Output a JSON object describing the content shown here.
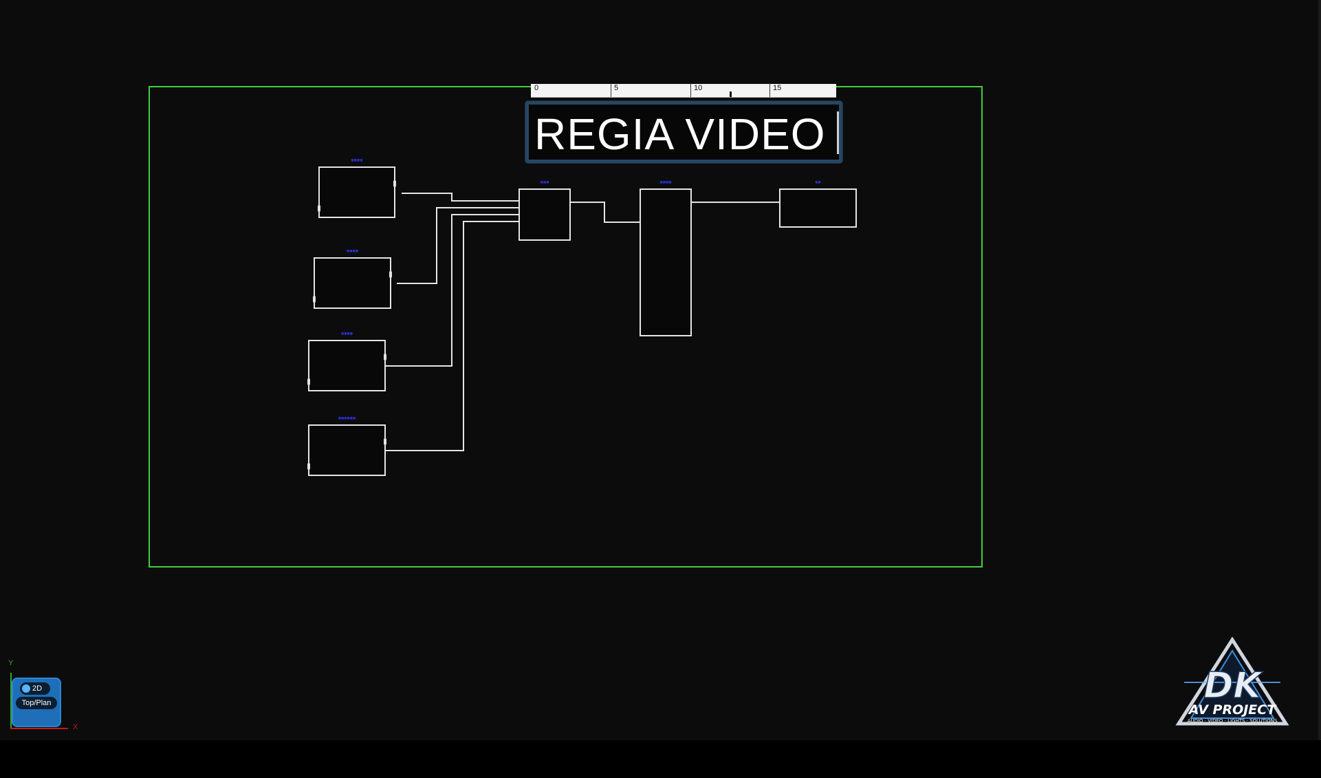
{
  "canvas": {
    "ruler": {
      "ticks": [
        "0",
        "5",
        "10",
        "15"
      ]
    },
    "text_label": "REGIA VIDEO"
  },
  "view_control": {
    "mode": "2D",
    "view": "Top/Plan",
    "axis_y": "Y",
    "axis_x": "X"
  },
  "logo": {
    "mark": "DK",
    "name": "AV PROJECT",
    "tagline": "AUDIO · VIDEO · LIGHTS · SOLUTIONS"
  },
  "colors": {
    "frame": "#3fd03f",
    "block_border": "#e6e6e6",
    "wire": "#e6e6e6",
    "accent_blue": "#1e6fb8"
  }
}
